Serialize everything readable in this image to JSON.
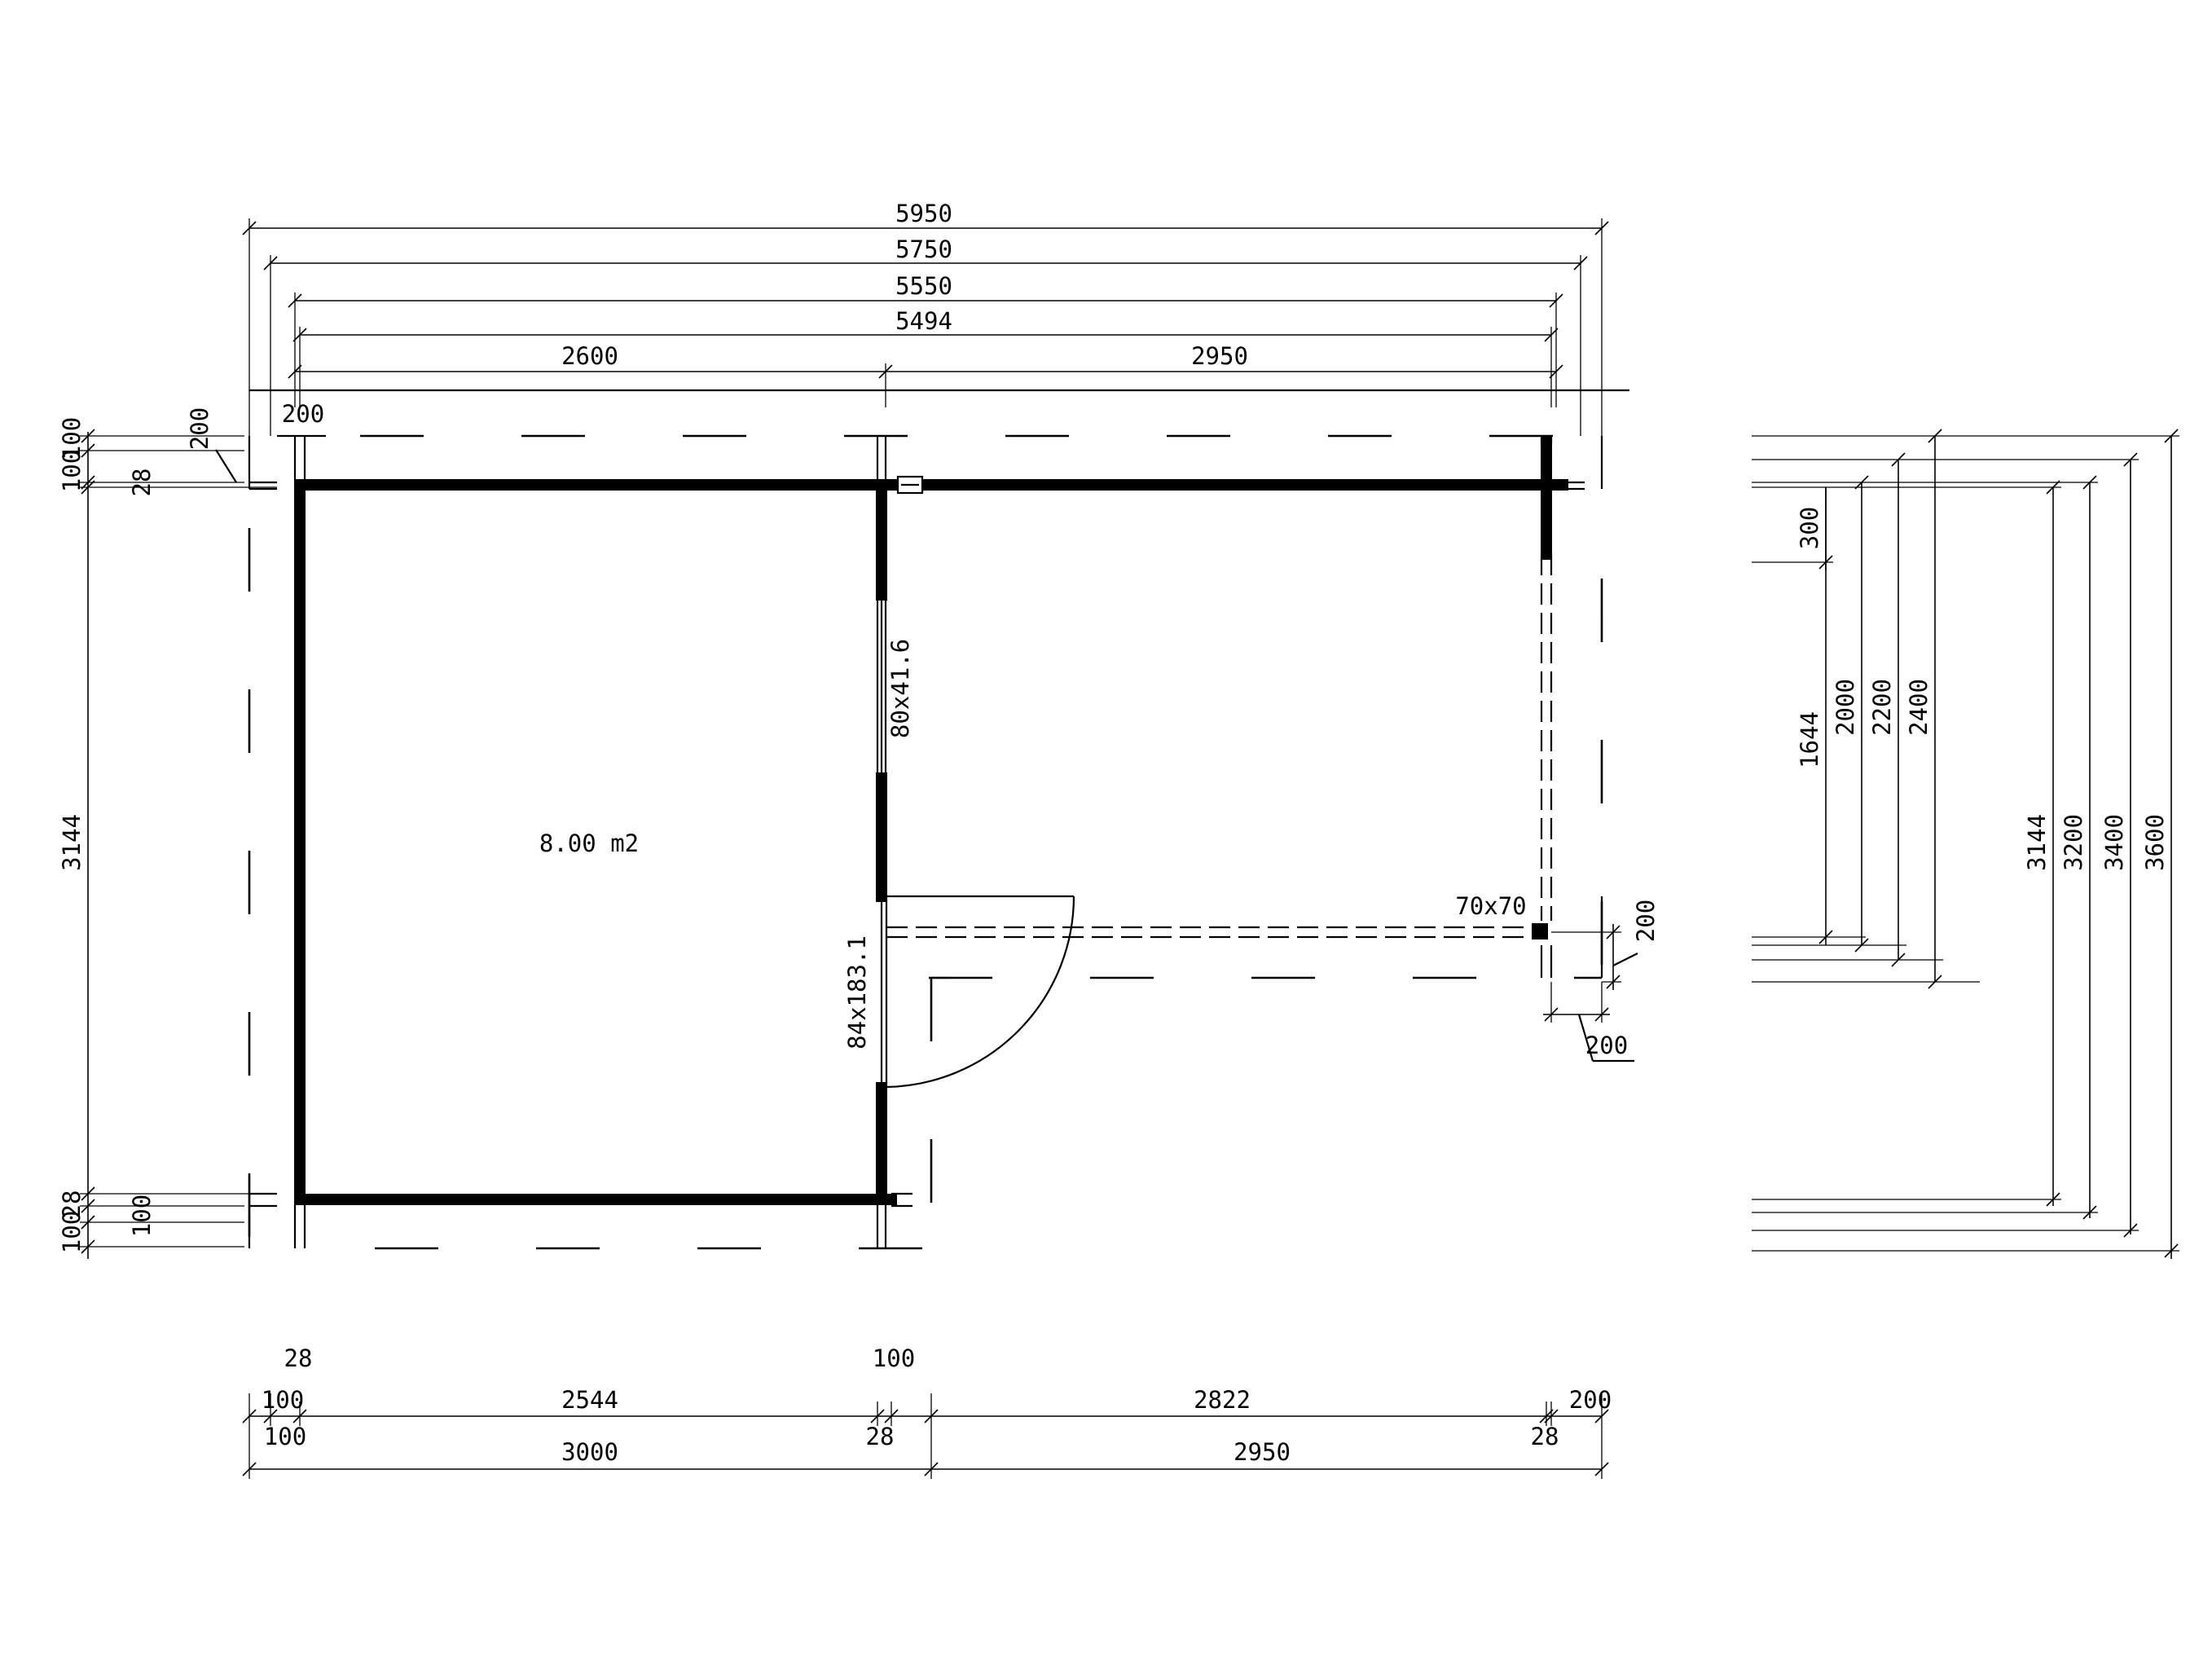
{
  "plan": {
    "area_label": "8.00 m2",
    "window_label": "80x41.6",
    "door_label": "84x183.1",
    "post_label": "70x70"
  },
  "top_dims": {
    "overall": "5950",
    "roof_outer": "5750",
    "roof_inner": "5550",
    "walls": "5494",
    "left_part": "2600",
    "right_part": "2950",
    "corner_a": "200",
    "corner_b": "200",
    "corner_a_rot": "200"
  },
  "left_dims": {
    "top_100a": "100",
    "top_100b": "100",
    "top_28": "28",
    "wall_height": "3144",
    "bot_28": "28",
    "bot_100a": "100",
    "bot_100b": "100"
  },
  "right_dims": {
    "d300": "300",
    "d1644": "1644",
    "d2000": "2000",
    "d2200": "2200",
    "d2400": "2400",
    "d3144": "3144",
    "d3200": "3200",
    "d3400": "3400",
    "d3600": "3600",
    "post_side": "200",
    "post_bottom": "200"
  },
  "bottom_dims": {
    "label_28_left": "28",
    "label_100_mid": "100",
    "d100_left": "100",
    "d2544": "2544",
    "d2822": "2822",
    "d200_right": "200",
    "d100_under": "100",
    "d28_mid": "28",
    "d28_right": "28",
    "d3000": "3000",
    "d2950": "2950"
  }
}
